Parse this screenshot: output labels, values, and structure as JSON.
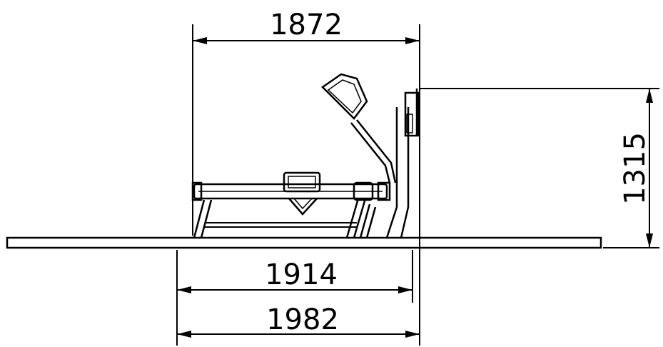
{
  "dimensions": {
    "top_width": "1872",
    "height": "1315",
    "middle_width": "1914",
    "bottom_width": "1982"
  },
  "colors": {
    "line": "#000000",
    "background": "#ffffff"
  }
}
